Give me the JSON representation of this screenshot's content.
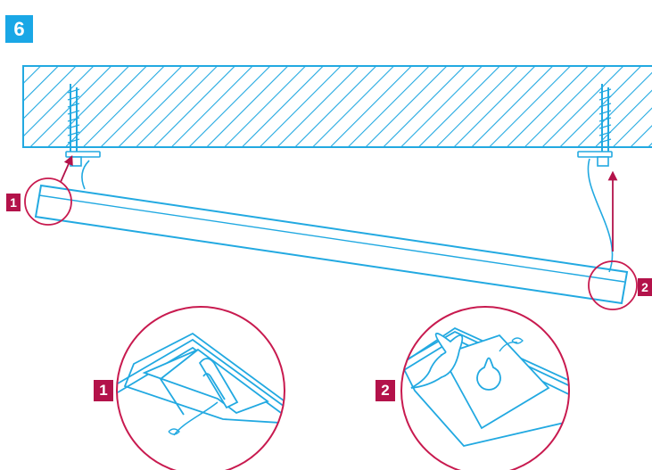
{
  "step_number": "6",
  "callouts": [
    {
      "label": "1"
    },
    {
      "label": "2"
    }
  ],
  "colors": {
    "line_blue": "#22a9e1",
    "badge_blue": "#1aa7e6",
    "accent_magenta": "#b3124a"
  }
}
